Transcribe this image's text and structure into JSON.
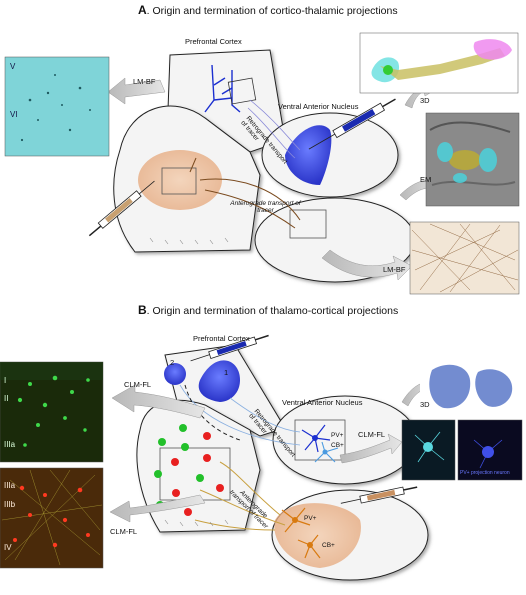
{
  "section_a": {
    "letter": "A",
    "title": ". Origin and termination of cortico-thalamic projections",
    "prefrontal_cortex": "Prefrontal Cortex",
    "ventral_anterior_nucleus": "Ventral Anterior Nucleus",
    "retrograde": "Retrograde transport of tracer",
    "anterograde": "Anterograde transport of tracer",
    "lm_bf_left": "LM-BF",
    "lm_bf_right": "LM-BF",
    "em": "EM",
    "three_d": "3D",
    "layer_v": "V",
    "layer_vi": "VI"
  },
  "section_b": {
    "letter": "B",
    "title": ". Origin and termination of thalamo-cortical projections",
    "prefrontal_cortex": "Prefrontal Cortex",
    "ventral_anterior_nucleus": "Ventral Anterior Nucleus",
    "retrograde": "Retrograde transport of tracer",
    "anterograde": "Anterograde transport of tracer",
    "clm_fl_left": "CLM-FL",
    "clm_fl_right": "CLM-FL",
    "clm_fl_bottom": "CLM-FL",
    "three_d": "3D",
    "site_1": "1",
    "site_2": "2",
    "pv_plus_top": "PV+",
    "cb_plus_top": "CB+",
    "pv_plus_bottom": "PV+",
    "cb_plus_bottom": "CB+",
    "layer_i": "I",
    "layer_ii": "II",
    "layer_iiia": "IIIa",
    "layer_iiia_2": "IIIa",
    "layer_iiib": "IIIb",
    "layer_iv": "IV",
    "pv_projection_neuron": "PV+ projection neuron"
  },
  "colors": {
    "blue_tracer": "#3a4fe0",
    "orange_tracer": "#e07a2a",
    "green_cells": "#22c02a",
    "red_cells": "#e82020",
    "micro_cyan": "#7fd4d8",
    "brown_axons": "#7a4a1e"
  }
}
